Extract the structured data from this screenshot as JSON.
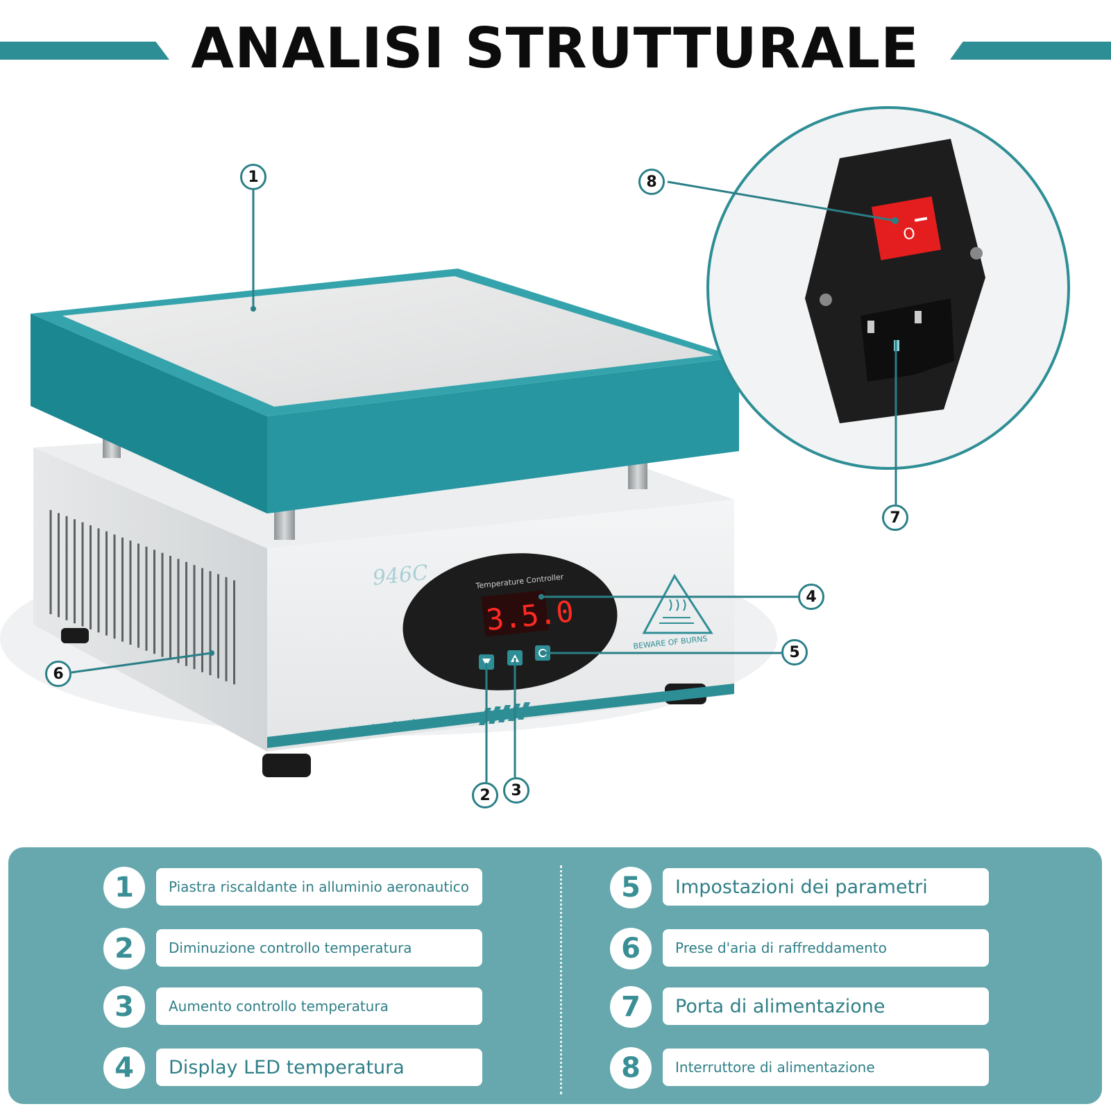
{
  "header": {
    "title": "ANALISI STRUTTURALE",
    "accent_color": "#2e8e96"
  },
  "product": {
    "model": "946C",
    "controller_label": "Temperature Controller",
    "display_value": "350",
    "warning_text": "BEWARE OF BURNS",
    "brand_strip": "Preheating Station",
    "plate_color": "#1f8e96",
    "display_color": "#ff2a22",
    "switch_color": "#e41e1e"
  },
  "callouts": [
    "1",
    "2",
    "3",
    "4",
    "5",
    "6",
    "7",
    "8"
  ],
  "legend": {
    "panel_color": "#66a8ad",
    "items": [
      {
        "num": "1",
        "label": "Piastra riscaldante in alluminio aeronautico"
      },
      {
        "num": "2",
        "label": "Diminuzione controllo temperatura"
      },
      {
        "num": "3",
        "label": "Aumento controllo temperatura"
      },
      {
        "num": "4",
        "label": "Display LED temperatura"
      },
      {
        "num": "5",
        "label": "Impostazioni dei parametri"
      },
      {
        "num": "6",
        "label": "Prese d'aria di raffreddamento"
      },
      {
        "num": "7",
        "label": "Porta di alimentazione"
      },
      {
        "num": "8",
        "label": "Interruttore di alimentazione"
      }
    ]
  }
}
